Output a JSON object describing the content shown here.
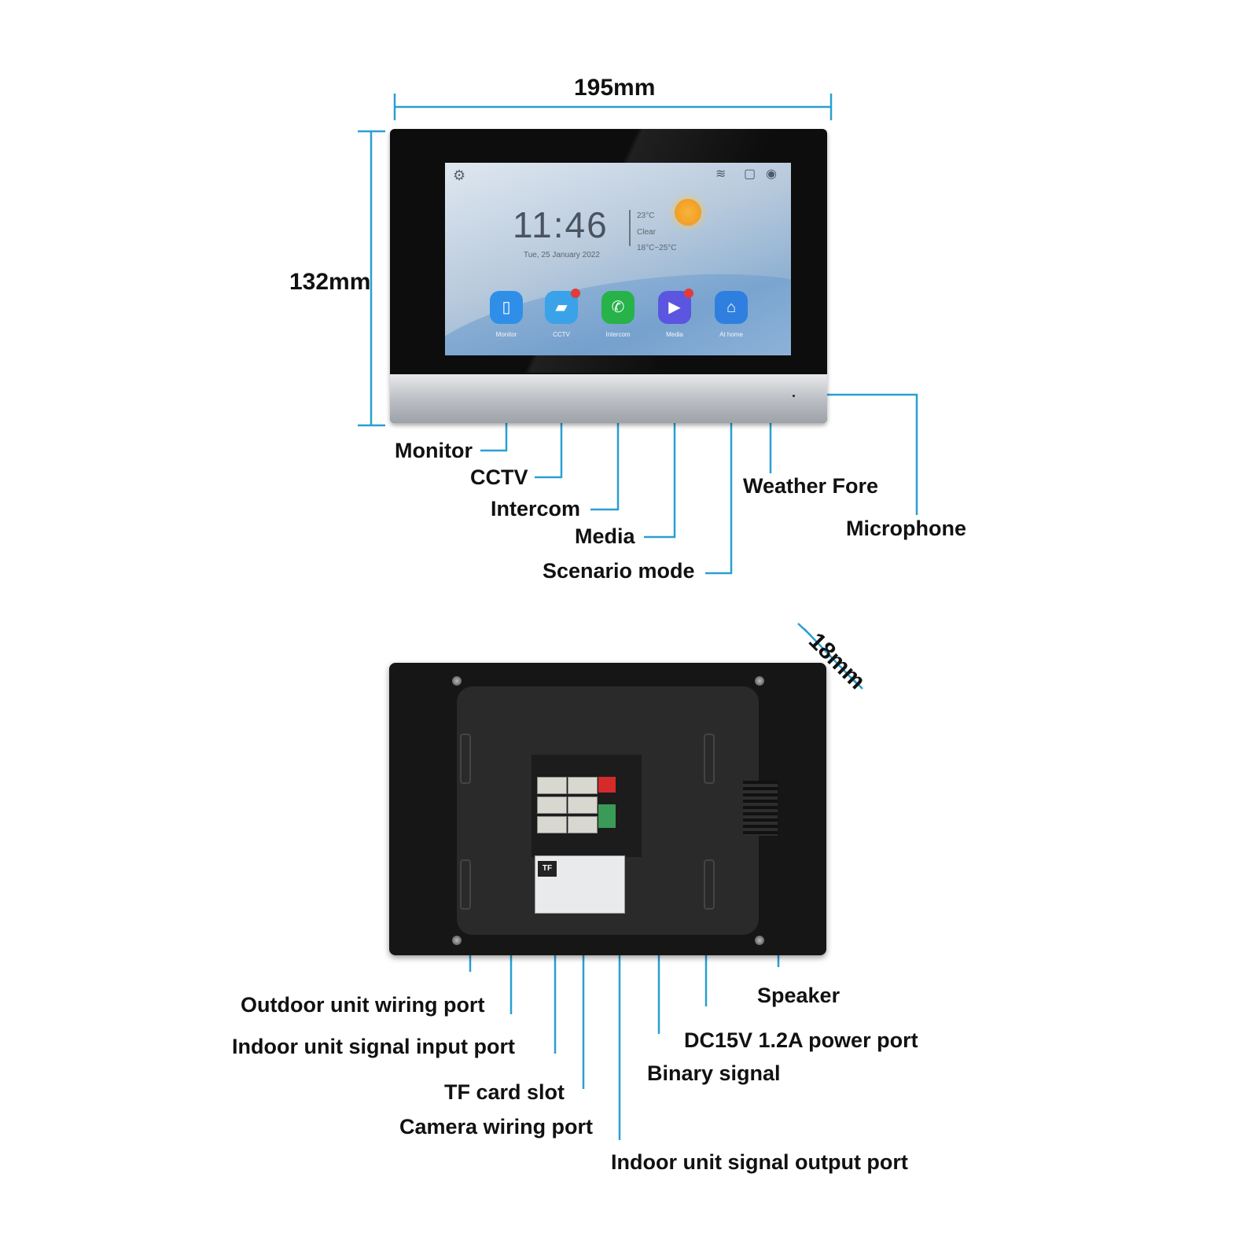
{
  "dimensions": {
    "width": "195mm",
    "height": "132mm",
    "depth": "18mm"
  },
  "screen": {
    "time": "11:46",
    "date": "Tue, 25 January 2022",
    "weather_temp": "23°C",
    "weather_cond": "Clear",
    "weather_range": "18°C~25°C",
    "apps": [
      "Monitor",
      "CCTV",
      "Intercom",
      "Media",
      "At home"
    ],
    "icons": [
      "gear-icon",
      "wifi-icon",
      "lock-icon",
      "power-icon",
      "sun-icon"
    ]
  },
  "front_labels": {
    "monitor": "Monitor",
    "cctv": "CCTV",
    "intercom": "Intercom",
    "media": "Media",
    "scenario": "Scenario mode",
    "weather": "Weather Fore",
    "microphone": "Microphone"
  },
  "back_labels": {
    "outdoor": "Outdoor unit wiring port",
    "indoor_in": "Indoor unit signal input port",
    "tf": "TF card slot",
    "camera": "Camera wiring port",
    "indoor_out": "Indoor unit signal output port",
    "binary": "Binary signal",
    "power": "DC15V 1.2A power port",
    "speaker": "Speaker"
  },
  "sticker": {
    "tf": "TF"
  },
  "colors": {
    "leader_line": "#2a9fd0",
    "app_monitor": "#2f8fe8",
    "app_cctv": "#3aa2e8",
    "app_intercom": "#27b24a",
    "app_media": "#5b55e0",
    "app_home": "#2f7fe0"
  }
}
